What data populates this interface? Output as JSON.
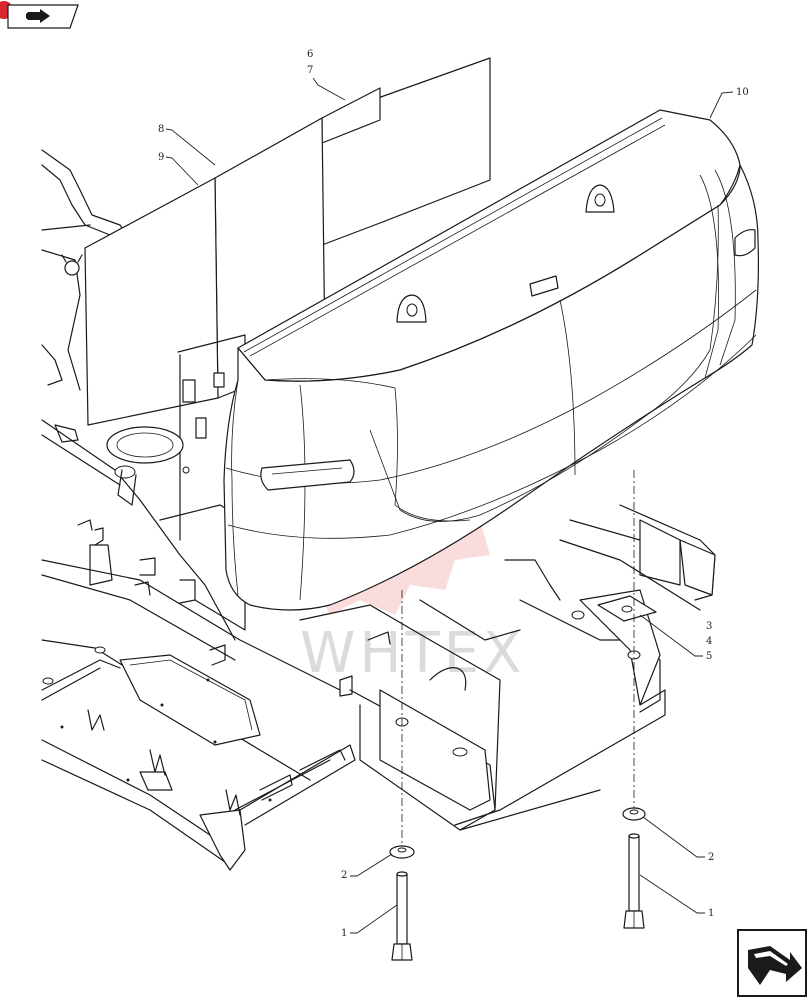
{
  "diagram": {
    "callouts": [
      {
        "id": "c6",
        "text": "6"
      },
      {
        "id": "c7",
        "text": "7"
      },
      {
        "id": "c8",
        "text": "8"
      },
      {
        "id": "c9",
        "text": "9"
      },
      {
        "id": "c10",
        "text": "10"
      },
      {
        "id": "c3",
        "text": "3"
      },
      {
        "id": "c4",
        "text": "4"
      },
      {
        "id": "c5",
        "text": "5"
      },
      {
        "id": "c2a",
        "text": "2"
      },
      {
        "id": "c2b",
        "text": "2"
      },
      {
        "id": "c1a",
        "text": "1"
      },
      {
        "id": "c1b",
        "text": "1"
      }
    ],
    "watermark": "WHTEX"
  },
  "colors": {
    "line": "#1a1a1a",
    "watermark_red": "#e8484a",
    "watermark_gray": "#9a9a9a",
    "badge_red": "#d9262e"
  },
  "icons": {
    "top_left_nav": "arrow-nav-icon",
    "bottom_right_nav": "arrow-nav-icon"
  }
}
